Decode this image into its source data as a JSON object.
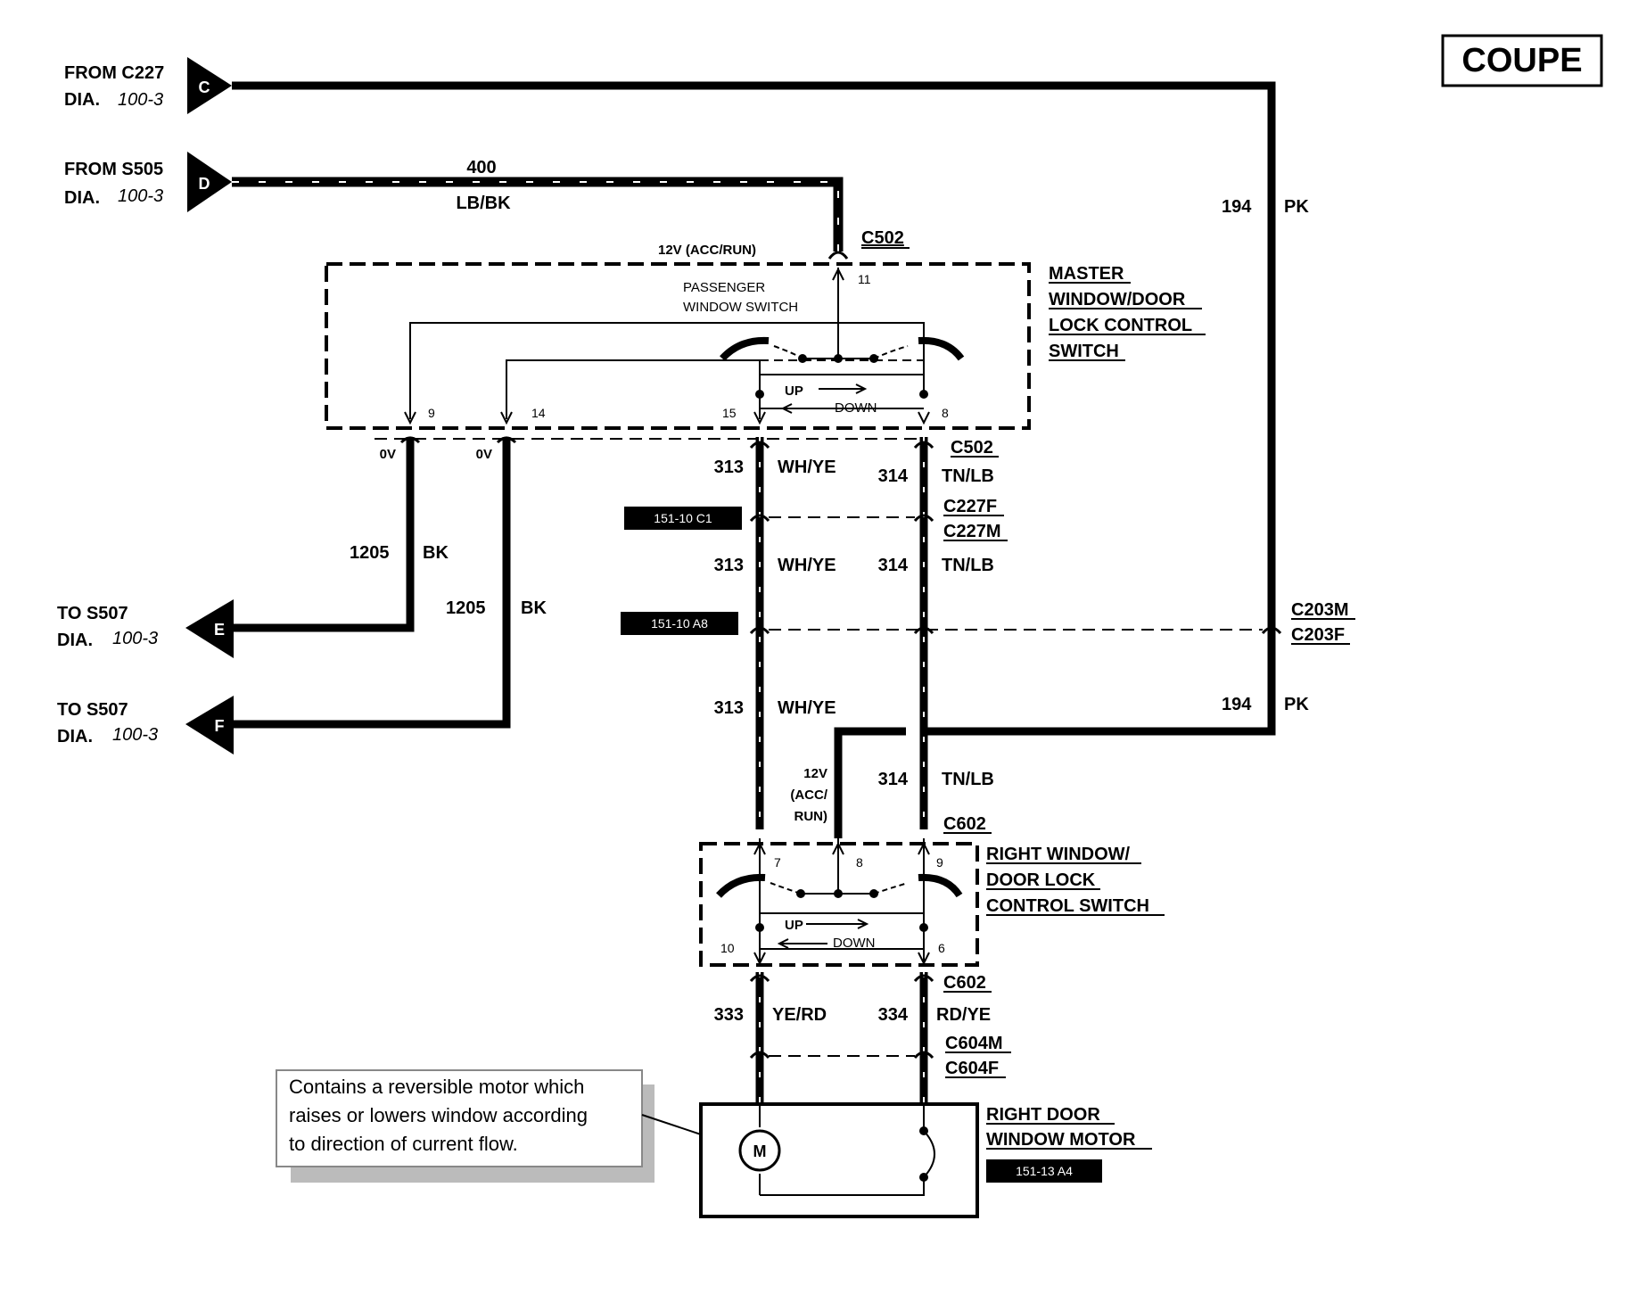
{
  "badge": "COUPE",
  "connectors": {
    "C": {
      "letter": "C",
      "line1": "FROM C227",
      "dia": "DIA.",
      "page": "100-3"
    },
    "D": {
      "letter": "D",
      "line1": "FROM S505",
      "dia": "DIA.",
      "page": "100-3"
    },
    "E": {
      "letter": "E",
      "line1": "TO S507",
      "dia": "DIA.",
      "page": "100-3"
    },
    "F": {
      "letter": "F",
      "line1": "TO S507",
      "dia": "DIA.",
      "page": "100-3"
    }
  },
  "wires": {
    "w400_num": "400",
    "w400_color": "LB/BK",
    "w194_num": "194",
    "w194_color": "PK",
    "w1205_num": "1205",
    "w1205_color": "BK",
    "w313_num": "313",
    "w313_color": "WH/YE",
    "w314_num": "314",
    "w314_color": "TN/LB",
    "w333_num": "333",
    "w333_color": "YE/RD",
    "w334_num": "334",
    "w334_color": "RD/YE"
  },
  "splices": {
    "c502": "C502",
    "c227f": "C227F",
    "c227m": "C227M",
    "c203m": "C203M",
    "c203f": "C203F",
    "c602": "C602",
    "c604m": "C604M",
    "c604f": "C604F"
  },
  "voltages": {
    "acc_run": "12V (ACC/RUN)",
    "ov": "0V",
    "v12": "12V",
    "acc": "(ACC/",
    "run": "RUN)"
  },
  "master_switch": {
    "title_lines": [
      "MASTER",
      "WINDOW/DOOR",
      "LOCK CONTROL",
      "SWITCH"
    ],
    "sub_line1": "PASSENGER",
    "sub_line2": "WINDOW SWITCH",
    "up": "UP",
    "down": "DOWN",
    "pins": {
      "p9": "9",
      "p14": "14",
      "p15": "15",
      "p8": "8",
      "p11": "11"
    }
  },
  "right_switch": {
    "title_lines": [
      "RIGHT WINDOW/",
      "DOOR LOCK",
      "CONTROL SWITCH"
    ],
    "up": "UP",
    "down": "DOWN",
    "pins": {
      "p7": "7",
      "p8": "8",
      "p9": "9",
      "p10": "10",
      "p6": "6"
    }
  },
  "motor": {
    "title_lines": [
      "RIGHT DOOR",
      "WINDOW MOTOR"
    ],
    "symbol": "M",
    "ref": "151-13 A4"
  },
  "refs": {
    "ref_c1": "151-10 C1",
    "ref_a8": "151-10 A8"
  },
  "note": {
    "lines": [
      "Contains a reversible motor which",
      "raises or lowers window according",
      "to direction of current flow."
    ]
  }
}
